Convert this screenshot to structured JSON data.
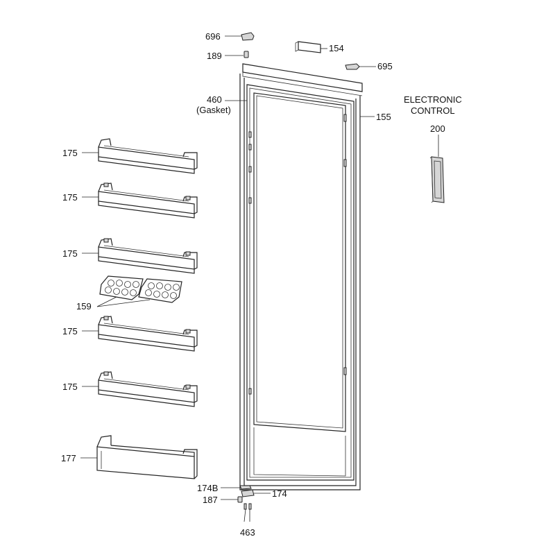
{
  "diagram": {
    "labels": {
      "p696": "696",
      "p189": "189",
      "p154": "154",
      "p695": "695",
      "p460": "460",
      "p460_sub": "(Gasket)",
      "p155": "155",
      "electronic": "ELECTRONIC",
      "control": "CONTROL",
      "p200": "200",
      "p175a": "175",
      "p175b": "175",
      "p175c": "175",
      "p159": "159",
      "p175d": "175",
      "p175e": "175",
      "p177": "177",
      "p174B": "174B",
      "p174": "174",
      "p187": "187",
      "p463": "463"
    }
  }
}
